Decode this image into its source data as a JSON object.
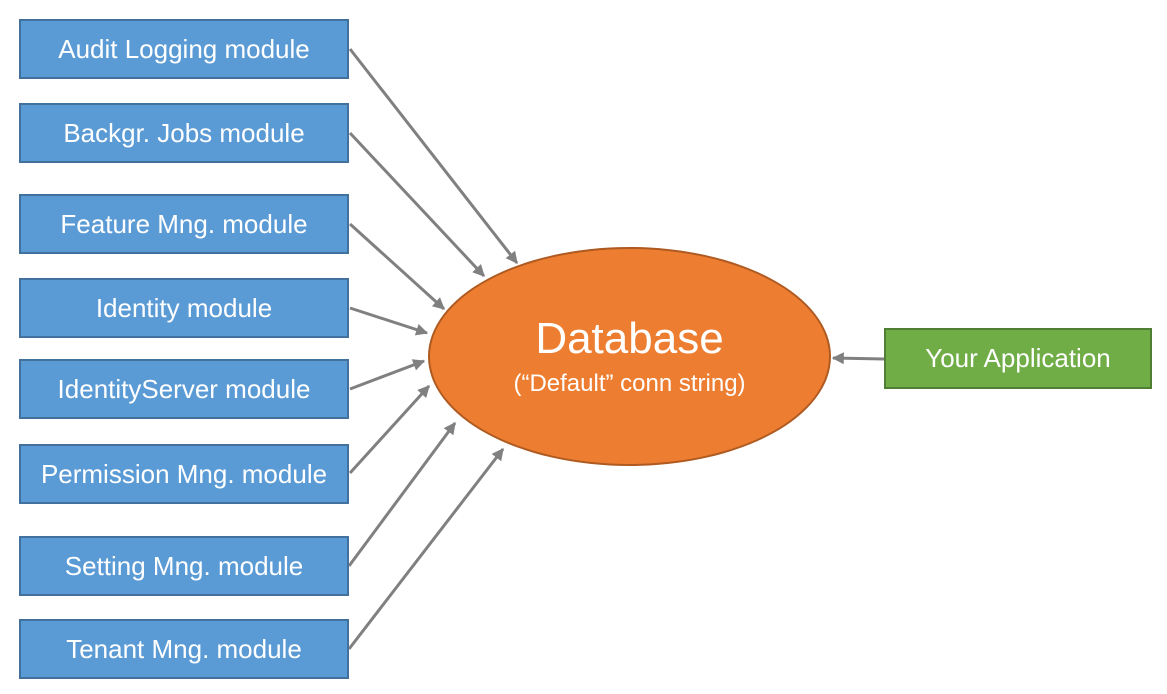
{
  "colors": {
    "module_fill": "#5B9BD5",
    "module_border": "#41719C",
    "database_fill": "#ED7D31",
    "database_border": "#AE5A21",
    "app_fill": "#70AD47",
    "app_border": "#507E32",
    "arrow": "#808080",
    "text": "#FFFFFF"
  },
  "modules": [
    {
      "label": "Audit Logging module"
    },
    {
      "label": "Backgr. Jobs module"
    },
    {
      "label": "Feature Mng. module"
    },
    {
      "label": "Identity module"
    },
    {
      "label": "IdentityServer module"
    },
    {
      "label": "Permission Mng. module"
    },
    {
      "label": "Setting Mng. module"
    },
    {
      "label": "Tenant Mng. module"
    }
  ],
  "database": {
    "title": "Database",
    "subtitle": "(“Default” conn string)"
  },
  "application": {
    "label": "Your Application"
  }
}
